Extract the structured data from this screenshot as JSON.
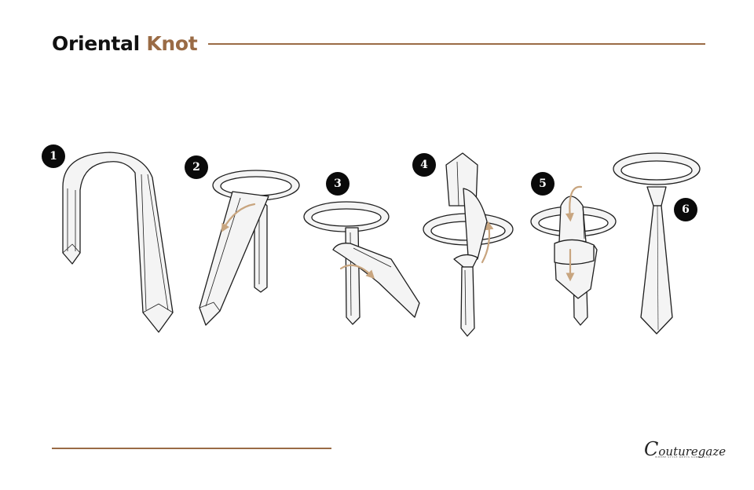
{
  "header": {
    "title_main": "Oriental",
    "title_accent": "Knot"
  },
  "steps": [
    "1",
    "2",
    "3",
    "4",
    "5",
    "6"
  ],
  "brand": {
    "initial": "C",
    "rest": "outuregaze",
    "tagline": "WHERE STYLE MEETS SUBSTANCE"
  },
  "colors": {
    "accent": "#9a6b45",
    "arrow": "#c8a57f",
    "tie_fill": "#f4f4f4",
    "outline": "#1e1e1e",
    "badge": "#0a0a0a"
  }
}
